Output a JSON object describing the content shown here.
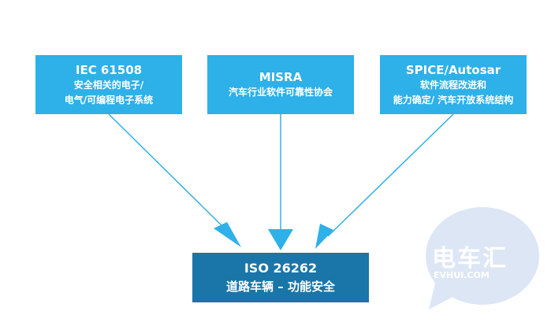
{
  "colors": {
    "source_box": "#2eb0e8",
    "target_box": "#1a75a8",
    "arrow": "#2eb0e8",
    "watermark": "#dce6f5"
  },
  "boxes": [
    {
      "title": "IEC 61508",
      "line2": "安全相关的电子/",
      "line3": "电气/可编程电子系统"
    },
    {
      "title": "MISRA",
      "line2": "汽车行业软件可靠性协会",
      "line3": ""
    },
    {
      "title": "SPICE/Autosar",
      "line2": "软件流程改进和",
      "line3": "能力确定/ 汽车开放系统结构"
    }
  ],
  "target": {
    "title": "ISO 26262",
    "subtitle": "道路车辆 – 功能安全"
  },
  "watermark": {
    "logo_text": "电车汇",
    "domain": "EVHUI.COM"
  }
}
